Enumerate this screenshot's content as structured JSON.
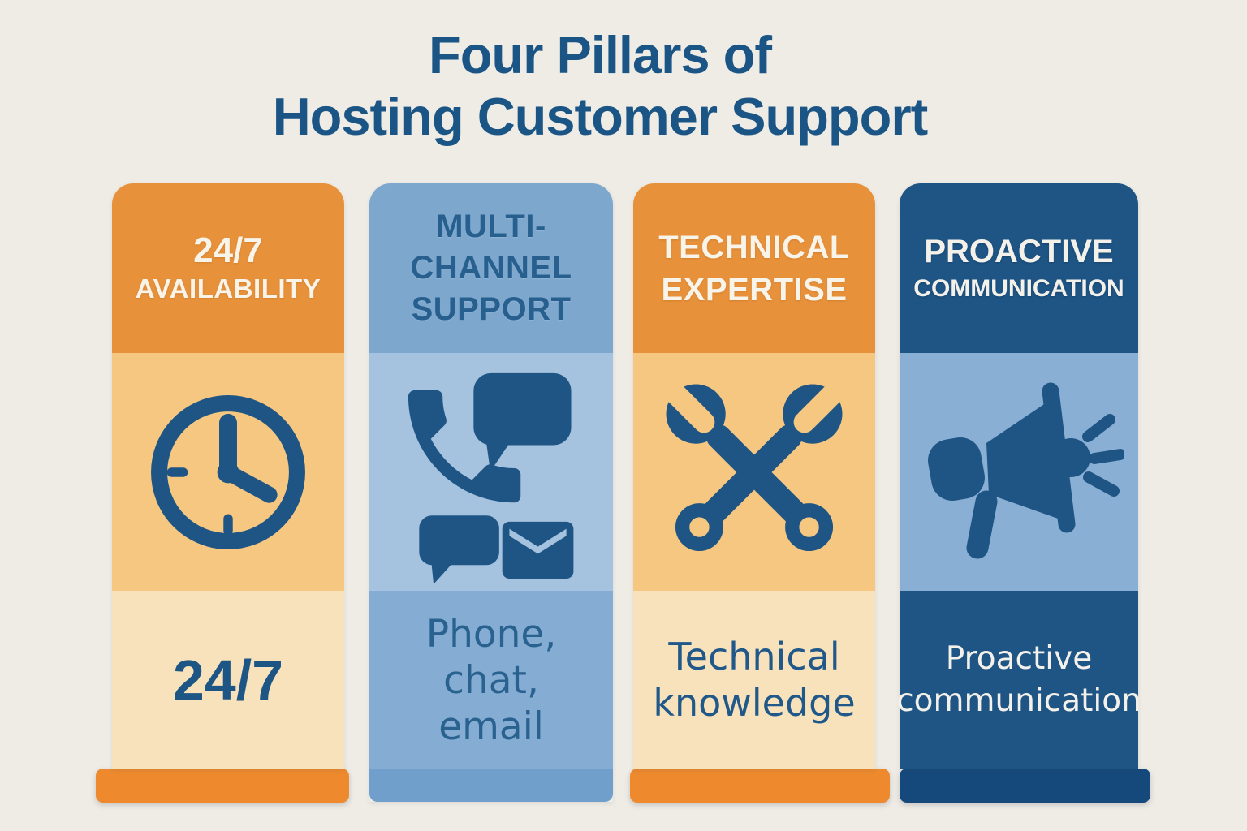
{
  "title": {
    "line1": "Four Pillars of",
    "line2": "Hosting Customer Support"
  },
  "columns": [
    {
      "id": "availability",
      "header_lines": [
        "24/7",
        "AVAILABILITY"
      ],
      "icon": "clock-icon",
      "caption_lines": [
        "24/7"
      ],
      "theme": "orange"
    },
    {
      "id": "multi-channel-support",
      "header_lines": [
        "MULTI-",
        "CHANNEL",
        "SUPPORT"
      ],
      "icon": "phone-chat-email-icon",
      "caption_lines": [
        "Phone,",
        "chat,",
        "email"
      ],
      "theme": "blue"
    },
    {
      "id": "technical-expertise",
      "header_lines": [
        "TECHNICAL",
        "EXPERTISE"
      ],
      "icon": "crossed-wrenches-icon",
      "caption_lines": [
        "Technical",
        "knowledge"
      ],
      "theme": "orange"
    },
    {
      "id": "proactive-communication",
      "header_lines": [
        "PROACTIVE",
        "COMMUNICATION"
      ],
      "icon": "megaphone-icon",
      "caption_lines": [
        "Proactive",
        "communication"
      ],
      "theme": "navy"
    }
  ],
  "colors": {
    "background": "#efece5",
    "dark_blue": "#1e5585",
    "title_text": "#1b5586",
    "orange_header": "#e8913b",
    "orange_icon_bg": "#f5c781",
    "cream_caption_bg": "#f8e2bb",
    "orange_base_bar": "#ee8a2d",
    "blue_header": "#7ea7ce",
    "blue_icon_bg": "#a5c2df",
    "blue_caption_bg": "#85add4",
    "blue_strip": "#6f9fca",
    "navy_header": "#1e5585",
    "navy_icon_bg": "#8aafd4",
    "navy_base_bar": "#16497b",
    "white_text": "#f4f1ea"
  }
}
